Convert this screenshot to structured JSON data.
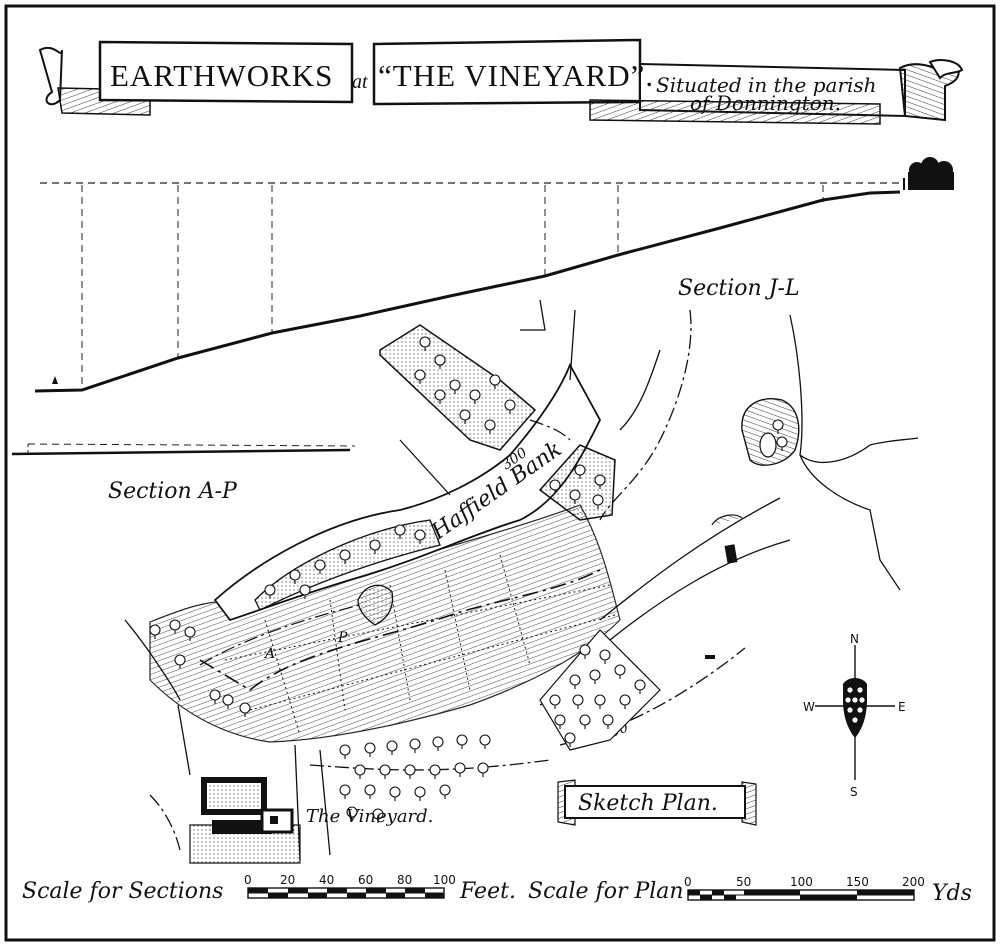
{
  "title": {
    "main_left": "EARTHWORKS",
    "at": "at",
    "main_right": "“THE VINEYARD”.",
    "subtitle_line1": "Situated in the parish",
    "subtitle_line2": "of Donnington."
  },
  "labels": {
    "section_jl": "Section J-L",
    "section_ap": "Section A-P",
    "haffield_bank": "Haffield Bank",
    "contour_300": "300",
    "contour_200": "200",
    "point_a": "A",
    "point_p": "P",
    "the_vineyard": "The Vineyard.",
    "sketch_plan": "Sketch Plan."
  },
  "compass": {
    "north": "N",
    "south": "S",
    "east": "E",
    "west": "W"
  },
  "scale_sections": {
    "label": "Scale for Sections",
    "ticks": [
      "0",
      "20",
      "40",
      "60",
      "80",
      "100"
    ],
    "unit": "Feet."
  },
  "scale_plan": {
    "label": "Scale for Plan",
    "ticks": [
      "0",
      "50",
      "100",
      "150",
      "200"
    ],
    "unit": "Yds"
  }
}
